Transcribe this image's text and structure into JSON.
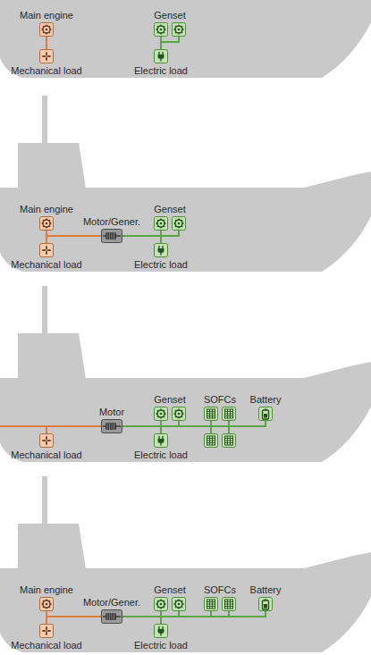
{
  "diagram": {
    "labels": [
      "Main engine",
      "Genset",
      "Mechanical load",
      "Electric load",
      "Main engine",
      "Motor/Gener.",
      "Genset",
      "Mechanical load",
      "Electric load",
      "Genset",
      "SOFCs",
      "Battery",
      "Motor",
      "Mechanical load",
      "Electric load",
      "Main engine",
      "Motor/Gener.",
      "Genset",
      "SOFCs",
      "Battery",
      "Mechanical load",
      "Electric load"
    ]
  }
}
